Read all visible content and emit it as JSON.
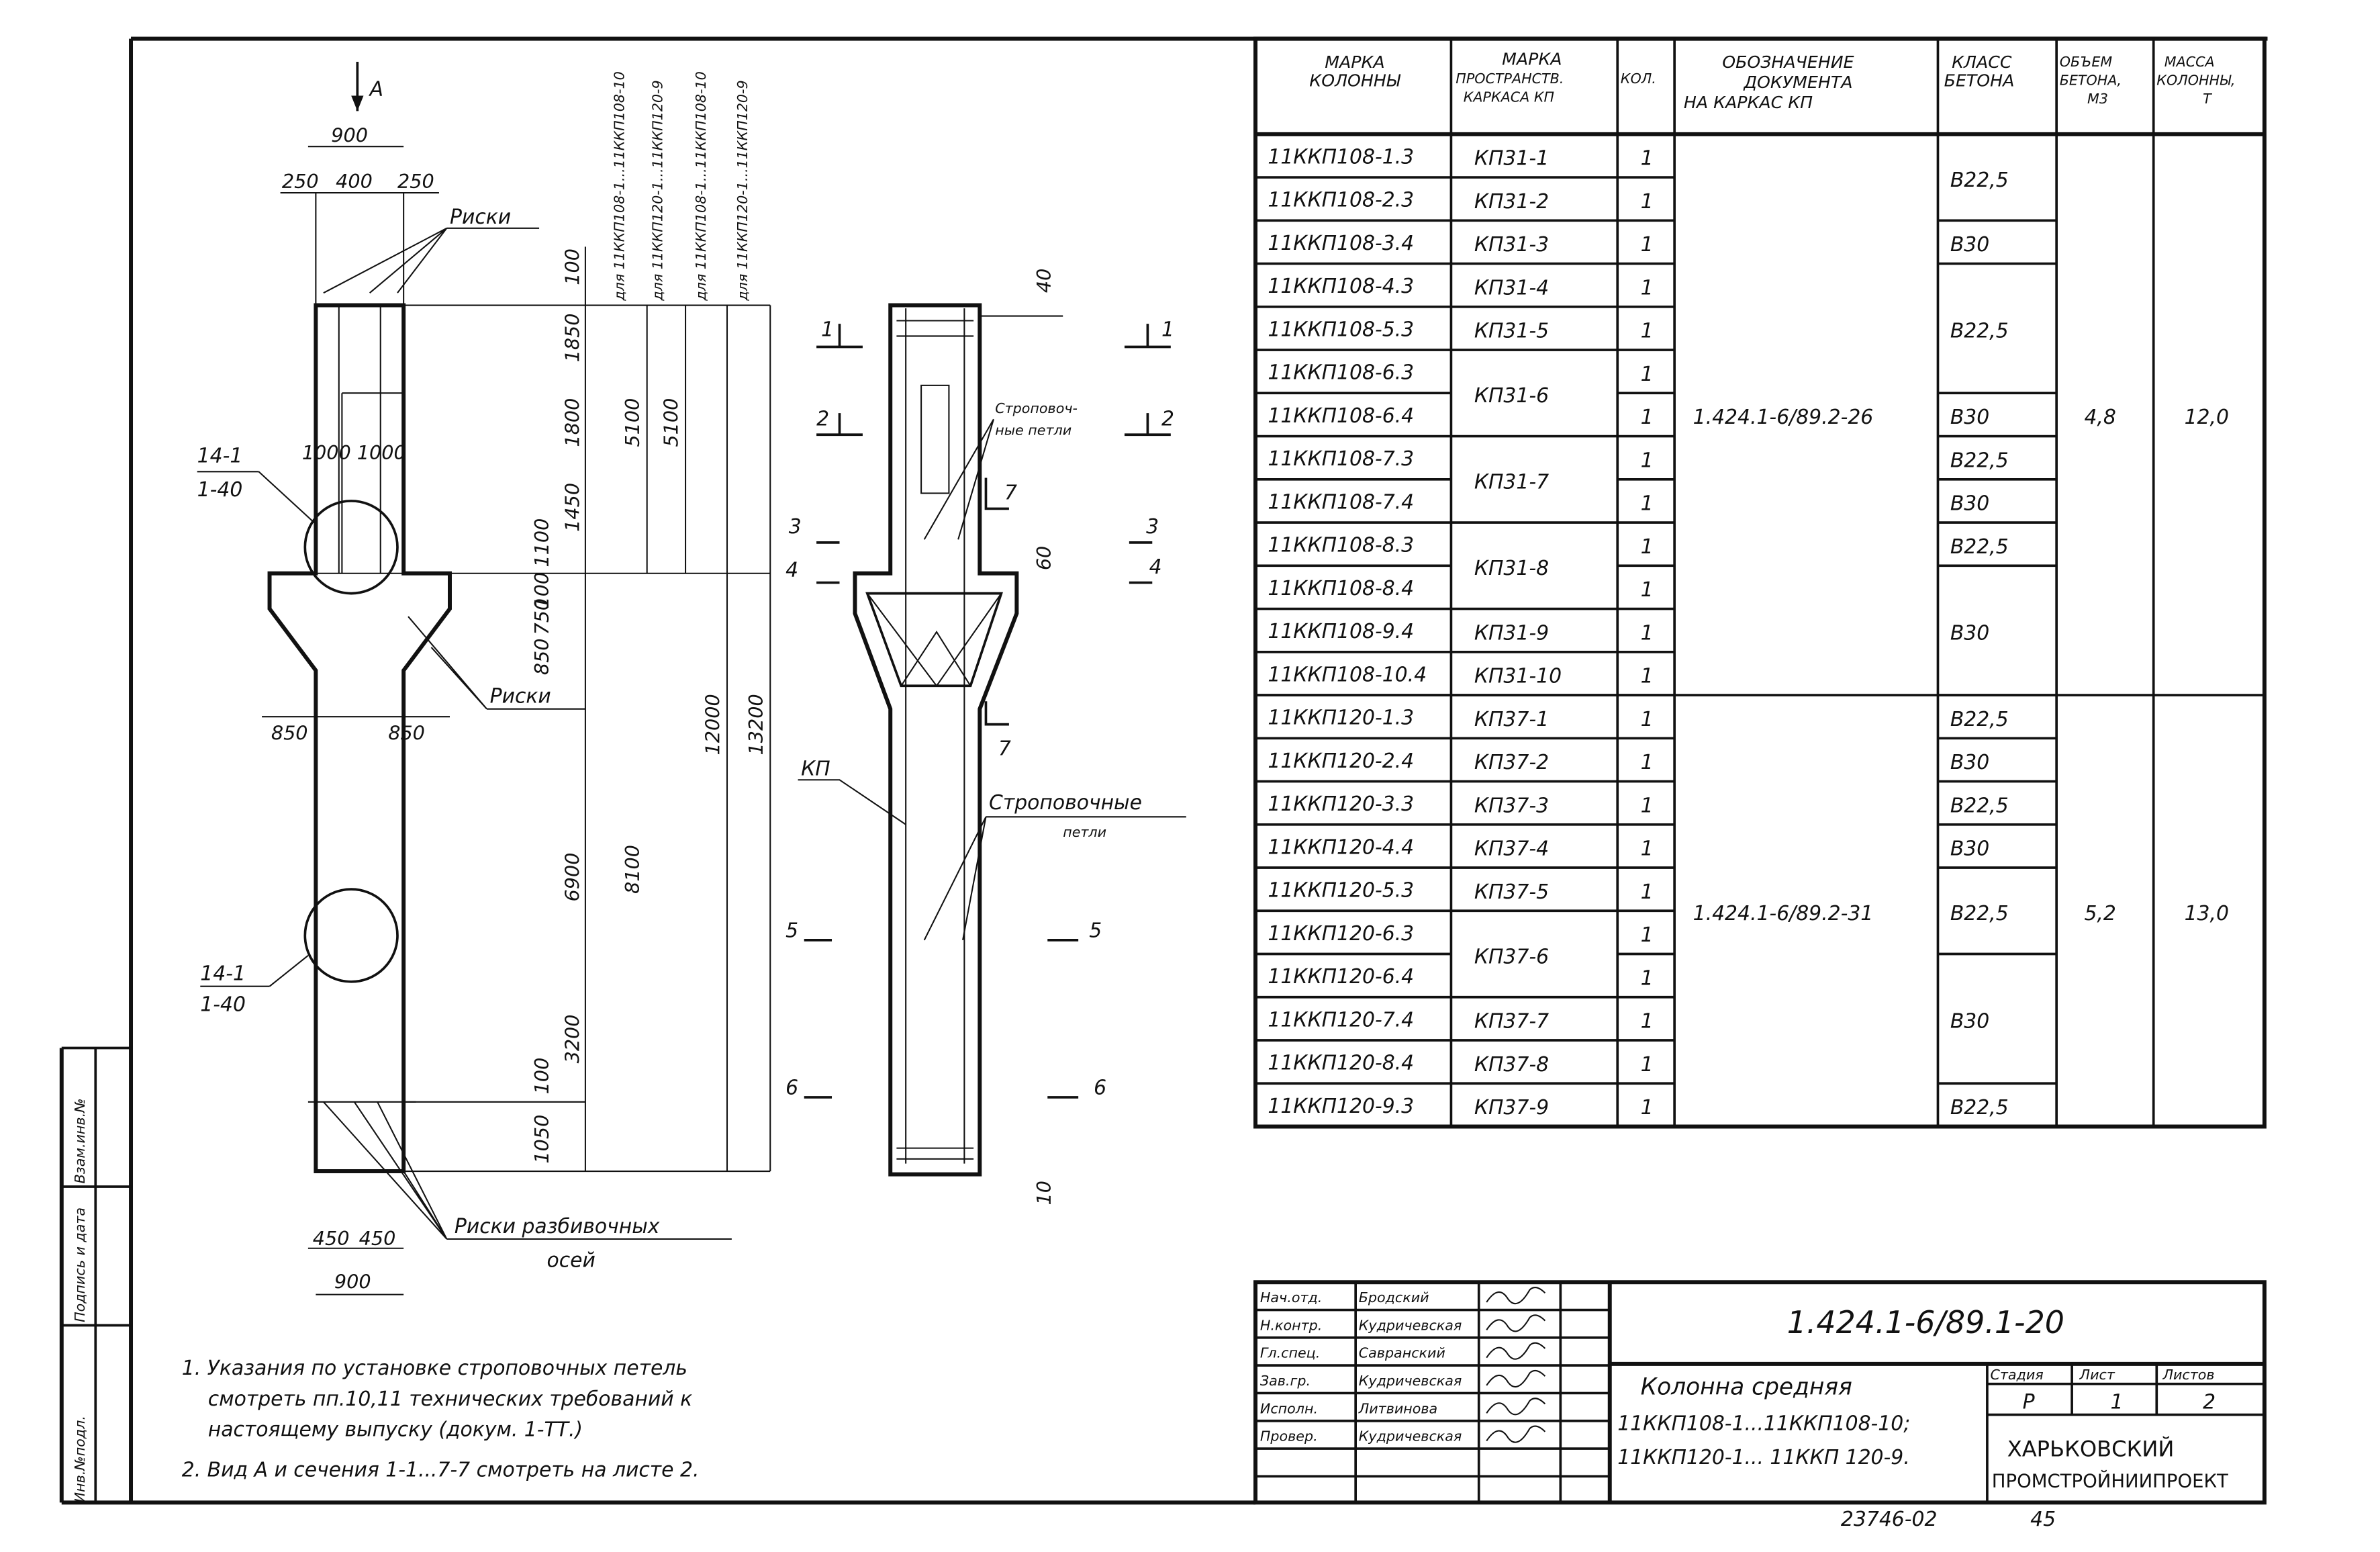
{
  "table": {
    "headers": {
      "column_mark": [
        "МАРКА",
        "КОЛОННЫ"
      ],
      "frame_mark": [
        "МАРКА",
        "ПРОСТРАНСТВ.",
        "КАРКАСА КП"
      ],
      "qty": "КОЛ.",
      "document": [
        "ОБОЗНАЧЕНИЕ",
        "ДОКУМЕНТА",
        "НА КАРКАС КП"
      ],
      "concrete_class": [
        "КЛАСС",
        "БЕТОНА"
      ],
      "concrete_volume": [
        "ОБЪЕМ",
        "БЕТОНА,",
        "М3"
      ],
      "mass": [
        "МАССА",
        "КОЛОННЫ,",
        "Т"
      ]
    },
    "groups": [
      {
        "document": "1.424.1-6/89.2-26",
        "volume": "4,8",
        "mass": "12,0",
        "rows": [
          {
            "mark": "11ККП108-1.3",
            "qty": "1"
          },
          {
            "mark": "11ККП108-2.3",
            "qty": "1"
          },
          {
            "mark": "11ККП108-3.4",
            "qty": "1"
          },
          {
            "mark": "11ККП108-4.3",
            "qty": "1"
          },
          {
            "mark": "11ККП108-5.3",
            "qty": "1"
          },
          {
            "mark": "11ККП108-6.3",
            "qty": "1"
          },
          {
            "mark": "11ККП108-6.4",
            "qty": "1"
          },
          {
            "mark": "11ККП108-7.3",
            "qty": "1"
          },
          {
            "mark": "11ККП108-7.4",
            "qty": "1"
          },
          {
            "mark": "11ККП108-8.3",
            "qty": "1"
          },
          {
            "mark": "11ККП108-8.4",
            "qty": "1"
          },
          {
            "mark": "11ККП108-9.4",
            "qty": "1"
          },
          {
            "mark": "11ККП108-10.4",
            "qty": "1"
          }
        ],
        "frames": [
          {
            "label": "КП31-1",
            "rows": 1
          },
          {
            "label": "КП31-2",
            "rows": 1
          },
          {
            "label": "КП31-3",
            "rows": 1
          },
          {
            "label": "КП31-4",
            "rows": 1
          },
          {
            "label": "КП31-5",
            "rows": 1
          },
          {
            "label": "КП31-6",
            "rows": 2
          },
          {
            "label": "КП31-7",
            "rows": 2
          },
          {
            "label": "КП31-8",
            "rows": 2
          },
          {
            "label": "КП31-9",
            "rows": 1
          },
          {
            "label": "КП31-10",
            "rows": 1
          }
        ],
        "concrete": [
          {
            "label": "B22,5",
            "rows": 2
          },
          {
            "label": "B30",
            "rows": 1
          },
          {
            "label": "B22,5",
            "rows": 3
          },
          {
            "label": "B30",
            "rows": 1
          },
          {
            "label": "B22,5",
            "rows": 1
          },
          {
            "label": "B30",
            "rows": 1
          },
          {
            "label": "B22,5",
            "rows": 1
          },
          {
            "label": "B30",
            "rows": 3
          }
        ]
      },
      {
        "document": "1.424.1-6/89.2-31",
        "volume": "5,2",
        "mass": "13,0",
        "rows": [
          {
            "mark": "11ККП120-1.3",
            "qty": "1"
          },
          {
            "mark": "11ККП120-2.4",
            "qty": "1"
          },
          {
            "mark": "11ККП120-3.3",
            "qty": "1"
          },
          {
            "mark": "11ККП120-4.4",
            "qty": "1"
          },
          {
            "mark": "11ККП120-5.3",
            "qty": "1"
          },
          {
            "mark": "11ККП120-6.3",
            "qty": "1"
          },
          {
            "mark": "11ККП120-6.4",
            "qty": "1"
          },
          {
            "mark": "11ККП120-7.4",
            "qty": "1"
          },
          {
            "mark": "11ККП120-8.4",
            "qty": "1"
          },
          {
            "mark": "11ККП120-9.3",
            "qty": "1"
          }
        ],
        "frames": [
          {
            "label": "КП37-1",
            "rows": 1
          },
          {
            "label": "КП37-2",
            "rows": 1
          },
          {
            "label": "КП37-3",
            "rows": 1
          },
          {
            "label": "КП37-4",
            "rows": 1
          },
          {
            "label": "КП37-5",
            "rows": 1
          },
          {
            "label": "КП37-6",
            "rows": 2
          },
          {
            "label": "КП37-7",
            "rows": 1
          },
          {
            "label": "КП37-8",
            "rows": 1
          },
          {
            "label": "КП37-9",
            "rows": 1
          }
        ],
        "concrete": [
          {
            "label": "B22,5",
            "rows": 1
          },
          {
            "label": "B30",
            "rows": 1
          },
          {
            "label": "B22,5",
            "rows": 1
          },
          {
            "label": "B30",
            "rows": 1
          },
          {
            "label": "B22,5",
            "rows": 2
          },
          {
            "label": "B30",
            "rows": 3
          },
          {
            "label": "B22,5",
            "rows": 1
          }
        ]
      }
    ]
  },
  "elevation": {
    "view_label": "А",
    "dims_top": {
      "total": "900",
      "left": "250",
      "mid": "400",
      "right": "250"
    },
    "dims_mid": "1000 1000",
    "dims_bottom": {
      "total": "900",
      "left": "450",
      "right": "450"
    },
    "console_dims": {
      "left": "850",
      "right": "850"
    },
    "dims_vertical": [
      "100",
      "1850",
      "1800",
      "1450",
      "1100",
      "100",
      "750",
      "850",
      "6900",
      "3200",
      "100",
      "1050"
    ],
    "dims_overall": [
      "5100",
      "5100",
      "8100",
      "12000",
      "13200"
    ],
    "column_notes": [
      "для 11ККП108-1...11ККП108-10",
      "для 11ККП120-1...11ККП120-9",
      "для 11ККП108-1...11ККП108-10",
      "для 11ККП120-1...11ККП120-9"
    ],
    "callouts": {
      "marks_top": "Риски",
      "marks_console": "Риски",
      "marks_axes": [
        "Риски разбивочных",
        "осей"
      ],
      "node_top": [
        "14-1",
        "1-40"
      ],
      "node_bottom": [
        "14-1",
        "1-40"
      ]
    }
  },
  "section": {
    "cut_labels": [
      "1",
      "2",
      "3",
      "4",
      "5",
      "6",
      "7"
    ],
    "dims": {
      "top": "40",
      "console": "60",
      "bottom": "10"
    },
    "callouts": {
      "lifting_loops_top": [
        "Строповоч-",
        "ные петли"
      ],
      "frame": "КП",
      "lifting_loops": [
        "Строповочные",
        "петли"
      ]
    }
  },
  "notes": [
    "1. Указания по установке строповочных петель",
    "смотреть пп.10,11 технических требований к",
    "настоящему выпуску (докум. 1-ТТ.)",
    "2. Вид А и сечения 1-1...7-7 смотреть на листе 2."
  ],
  "side_strip": [
    "Инв.№подл.",
    "Подпись и дата",
    "Взам.инв.№"
  ],
  "title_block": {
    "signatures": [
      {
        "role": "Нач.отд.",
        "name": "Бродский"
      },
      {
        "role": "Н.контр.",
        "name": "Кудричевская"
      },
      {
        "role": "Гл.спец.",
        "name": "Савранский"
      },
      {
        "role": "Зав.гр.",
        "name": "Кудричевская"
      },
      {
        "role": "Исполн.",
        "name": "Литвинова"
      },
      {
        "role": "Провер.",
        "name": "Кудричевская"
      }
    ],
    "document_code": "1.424.1-6/89.1-20",
    "title": [
      "Колонна средняя",
      "11ККП108-1...11ККП108-10;",
      "11ККП120-1... 11ККП 120-9."
    ],
    "stage_label": "Стадия",
    "sheet_label": "Лист",
    "sheets_label": "Листов",
    "stage": "Р",
    "sheet": "1",
    "sheets": "2",
    "organization": [
      "ХАРЬКОВСКИЙ",
      "ПРОМСТРОЙНИИПРОЕКТ"
    ]
  },
  "footer": {
    "archive_number": "23746-02",
    "page": "45"
  }
}
